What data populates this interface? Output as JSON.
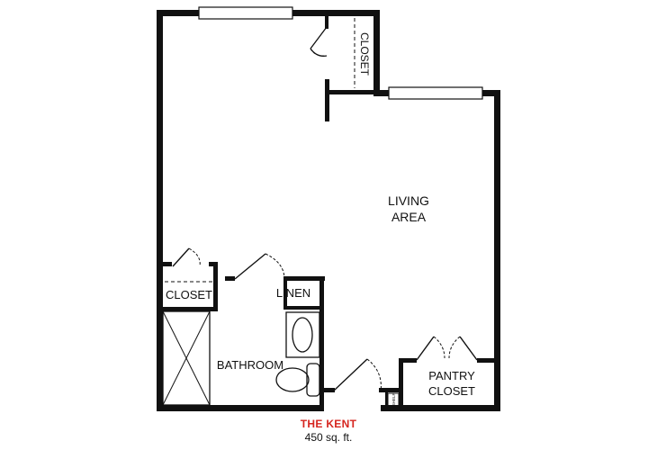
{
  "plan": {
    "title": "THE KENT",
    "area": "450 sq. ft."
  },
  "rooms": {
    "living_area_line1": "LIVING",
    "living_area_line2": "AREA",
    "closet_top": "CLOSET",
    "closet_left": "CLOSET",
    "linen": "LINEN",
    "bathroom": "BATHROOM",
    "pantry_line1": "PANTRY",
    "pantry_line2": "CLOSET",
    "shelf": "SHELF"
  },
  "colors": {
    "wall": "#111111",
    "title_accent": "#d6251f",
    "background": "#ffffff"
  }
}
